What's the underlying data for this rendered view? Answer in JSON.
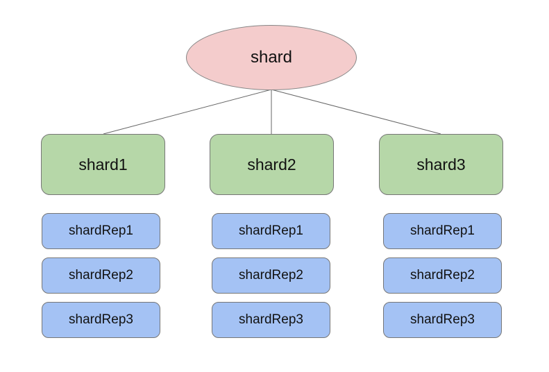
{
  "diagram": {
    "root_label": "shard",
    "shards": [
      {
        "label": "shard1",
        "replicas": [
          "shardRep1",
          "shardRep2",
          "shardRep3"
        ]
      },
      {
        "label": "shard2",
        "replicas": [
          "shardRep1",
          "shardRep2",
          "shardRep3"
        ]
      },
      {
        "label": "shard3",
        "replicas": [
          "shardRep1",
          "shardRep2",
          "shardRep3"
        ]
      }
    ],
    "colors": {
      "root_fill": "#f4cccc",
      "shard_fill": "#b6d7a8",
      "replica_fill": "#a4c2f4",
      "node_border": "#767676",
      "edge": "#666666",
      "background": "#ffffff"
    }
  }
}
